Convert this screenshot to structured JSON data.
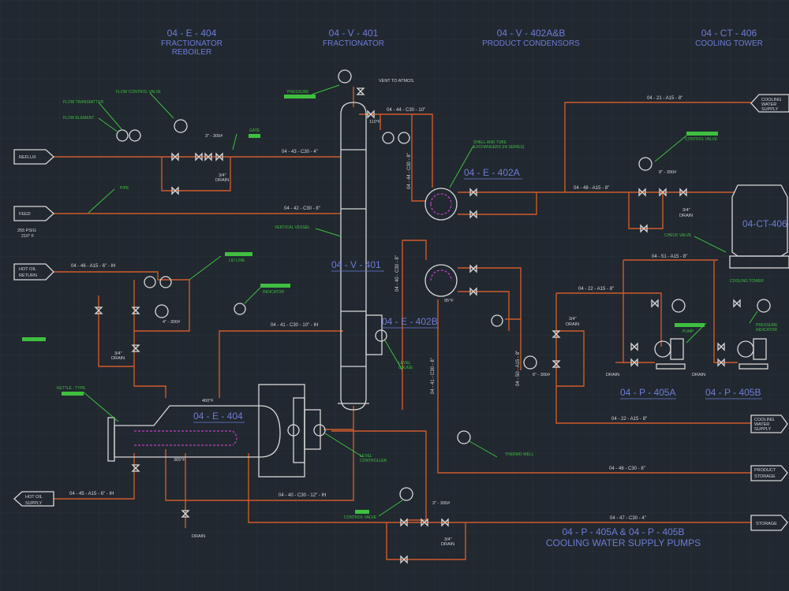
{
  "headers": [
    {
      "id": "e404",
      "tag": "04 - E - 404",
      "desc": [
        "FRACTIONATOR",
        "REBOILER"
      ]
    },
    {
      "id": "v401",
      "tag": "04 - V - 401",
      "desc": [
        "FRACTIONATOR"
      ]
    },
    {
      "id": "v402",
      "tag": "04 - V - 402A&B",
      "desc": [
        "PRODUCT CONDENSORS"
      ]
    },
    {
      "id": "ct406",
      "tag": "04 - CT - 406",
      "desc": [
        "COOLING TOWER"
      ]
    }
  ],
  "equipment_tags": {
    "e402a": "04 - E - 402A",
    "v401": "04 - V - 401",
    "e402b": "04 - E - 402B",
    "e404": "04 - E - 404",
    "ct406": "04-CT-406",
    "p405a": "04 - P - 405A",
    "p405b": "04 - P - 405B"
  },
  "terminals": {
    "reflux": "REFLUX",
    "feed": "FEED",
    "feed_cond": [
      "255 PSIG",
      "210° F"
    ],
    "hot_oil_return": [
      "HOT OIL",
      "RETURN"
    ],
    "hot_oil_supply": [
      "HOT OIL",
      "SUPPLY"
    ],
    "cooling_water_supply_top": [
      "COOLING",
      "WATER",
      "SUPPLY"
    ],
    "cooling_water_supply_right": [
      "COOLING",
      "WATER",
      "SUPPLY"
    ],
    "product_storage": [
      "PRODUCT",
      "STORAGE"
    ],
    "storage": "STORAGE"
  },
  "line_labels": {
    "l43": "04 - 43 - C30 - 4\"",
    "l42": "04 - 42 - C30 - 8\"",
    "l46": "04 - 46 - A15 - 6\" - IH",
    "l41": "04 - 41 - C30 - 10\" - IH",
    "l45": "04 - 45 - A15 - 6\" - IH",
    "l40": "04 - 40 - C30 - 12\" - IH",
    "l44": "04 - 44 - C30 - 10\"",
    "l44v": "04 - 44 - C30 - 8\"",
    "l48": "04 - 48 - A15 - 8\"",
    "l21": "04 - 21 - A15 - 8\"",
    "l51": "04 - 51 - A15 - 8\"",
    "l22": "04 - 22 - A15 - 8\"",
    "l22b": "04 - 22 - A15 - 8\"",
    "l46c": "04 - 46 - C30 - 8\"",
    "l47": "04 - 47 - C30 - 4\"",
    "l40v": "04 - 40 - C30 - 8\"",
    "l41v": "04 - 41 - C30 - 8\"",
    "l50v": "04 - 50 - A15 - 8\""
  },
  "notes": {
    "flow_control_valve": "FLOW CONTROL VALVE",
    "flow_transmitter": "FLOW TRANSMITTER",
    "flow_element": "FLOW ELEMENT",
    "gate": "GATE",
    "pipe": "PIPE",
    "vertical_vessel": "VERTICAL VESSEL",
    "pressure": "PRESSURE",
    "vent": "VENT TO ATMOS.",
    "shell_tube": [
      "SHELL AND TUBE",
      "EXCHANGERS (IN SERIES)"
    ],
    "control_valve": "CONTROL VALVE",
    "check_valve": "CHECK VALVE",
    "cooling_tower": "COOLING TOWER",
    "pump": "PUMP",
    "pressure_indicator": [
      "PRESSURE",
      "INDICATOR"
    ],
    "lid_line": "LID LINE",
    "indicator": "INDICATOR",
    "level_gauge": [
      "LEVEL",
      "GAUGE"
    ],
    "kettle_type": "KETTLE - TYPE",
    "level_controller": [
      "LEVEL",
      "CONTROLLER"
    ],
    "thermo_well": "THERMO WELL",
    "control_valve_bottom": "CONTROL VALVE",
    "drain": "DRAIN",
    "drain34": [
      "3/4\"",
      "DRAIN"
    ],
    "temp_400": "400°F",
    "temp_365": "365°F",
    "temp_110": "110°F",
    "temp_95": "95°F",
    "size_3_300": "3\" - 300#",
    "size_4_300": "4\" - 300#",
    "size_8_300": "8\" - 300#",
    "size_6_300": "6\" - 300#",
    "bottom_title": [
      "04 - P - 405A & 04 - P - 405B",
      "COOLING WATER SUPPLY PUMPS"
    ]
  },
  "colors": {
    "background": "#212830",
    "pipe": "#d05a2a",
    "equipment": "#d8d8d8",
    "text": "#6f7bd6",
    "callout": "#3fbf3f",
    "tube": "#c040c0",
    "instrument": "#8c8cff"
  }
}
